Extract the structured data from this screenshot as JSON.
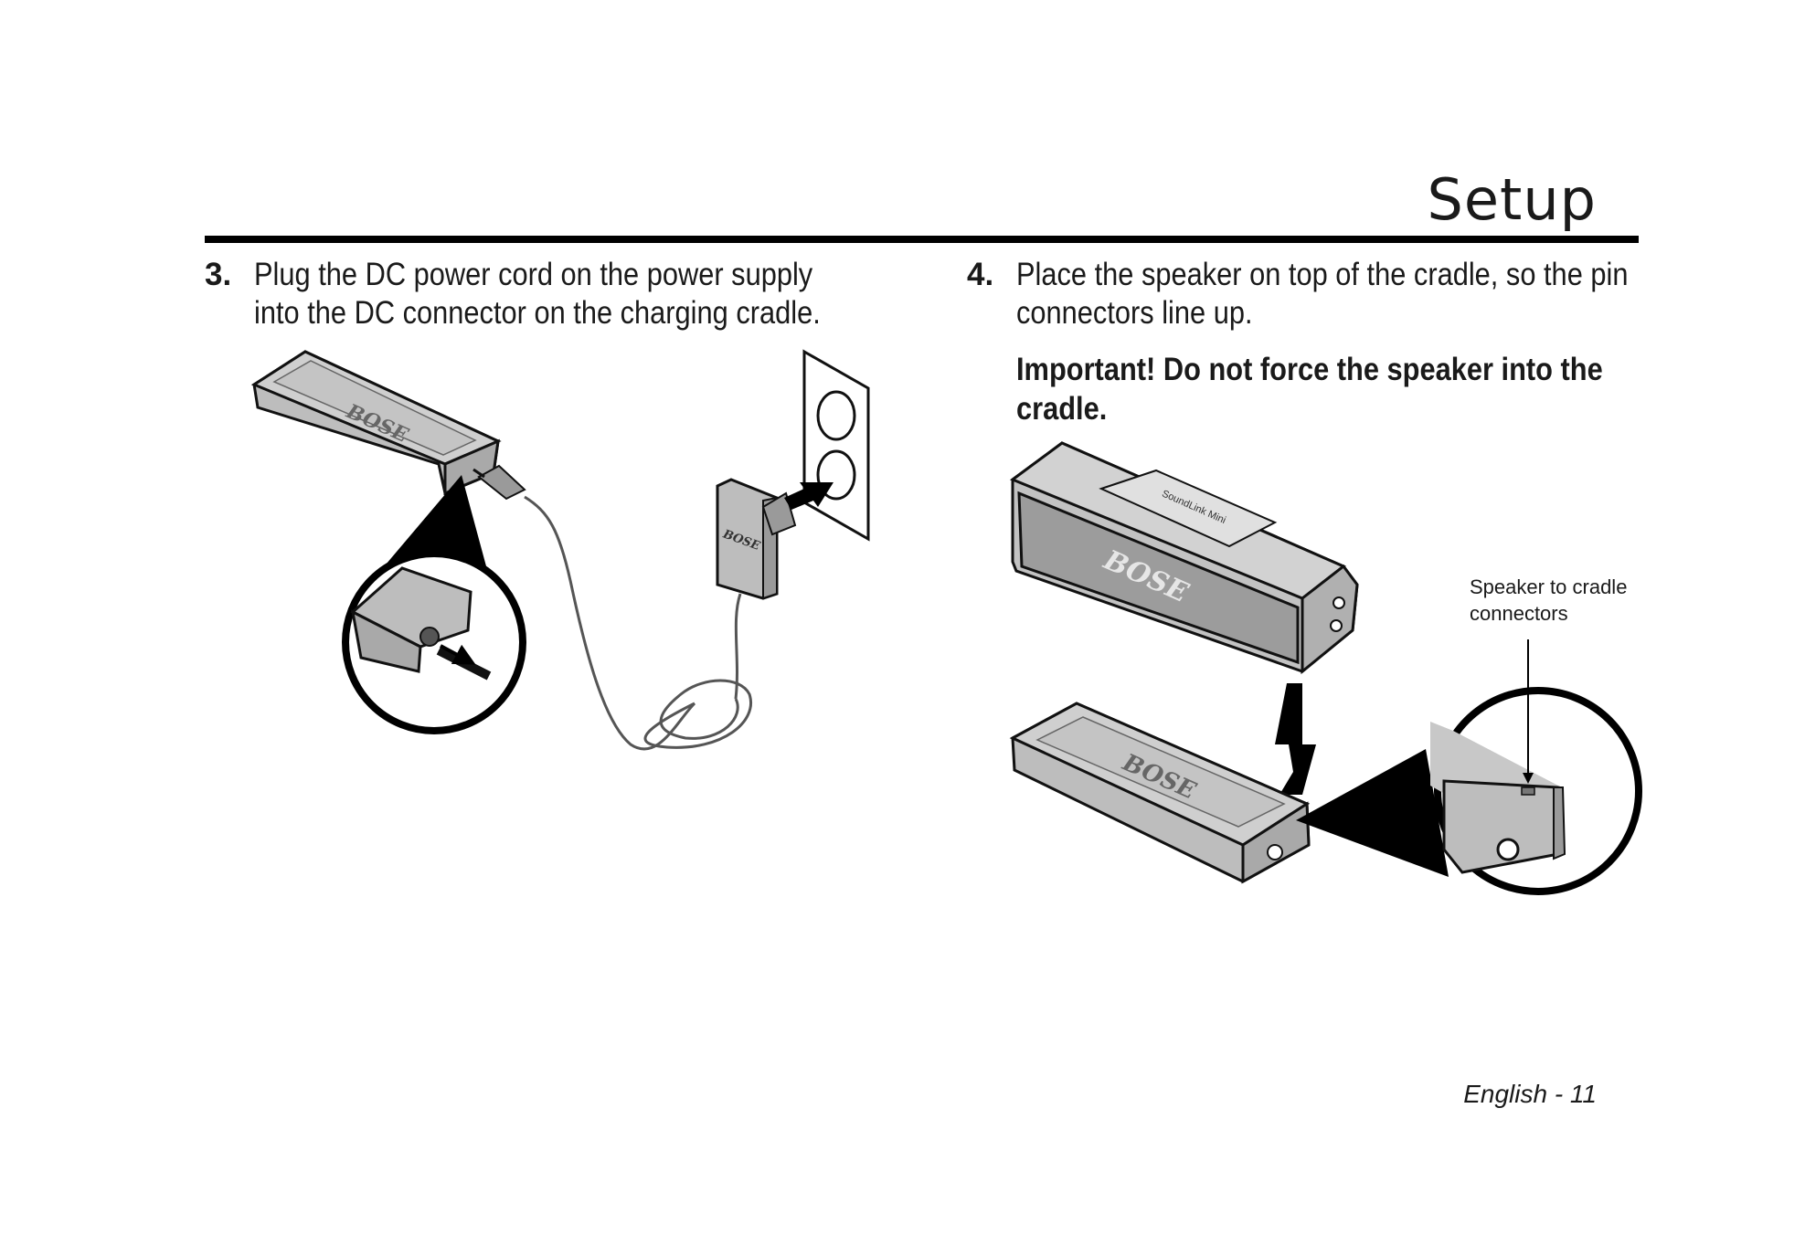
{
  "header": {
    "title": "Setup"
  },
  "steps": [
    {
      "number": "3.",
      "text": "Plug the DC power cord on the power supply into the DC connector on the charging cradle."
    },
    {
      "number": "4.",
      "text": "Place the speaker on top of the cradle, so the pin connectors line up."
    }
  ],
  "important_note": "Important! Do not force the speaker into the cradle.",
  "callout": {
    "label": "Speaker to cradle connectors"
  },
  "logos": {
    "cradle_1": "BOSE",
    "power_supply": "BOSE",
    "speaker": "BOSE",
    "cradle_2": "BOSE",
    "speaker_model": "SoundLink Mini"
  },
  "footer": {
    "page_label": "English - 11"
  }
}
